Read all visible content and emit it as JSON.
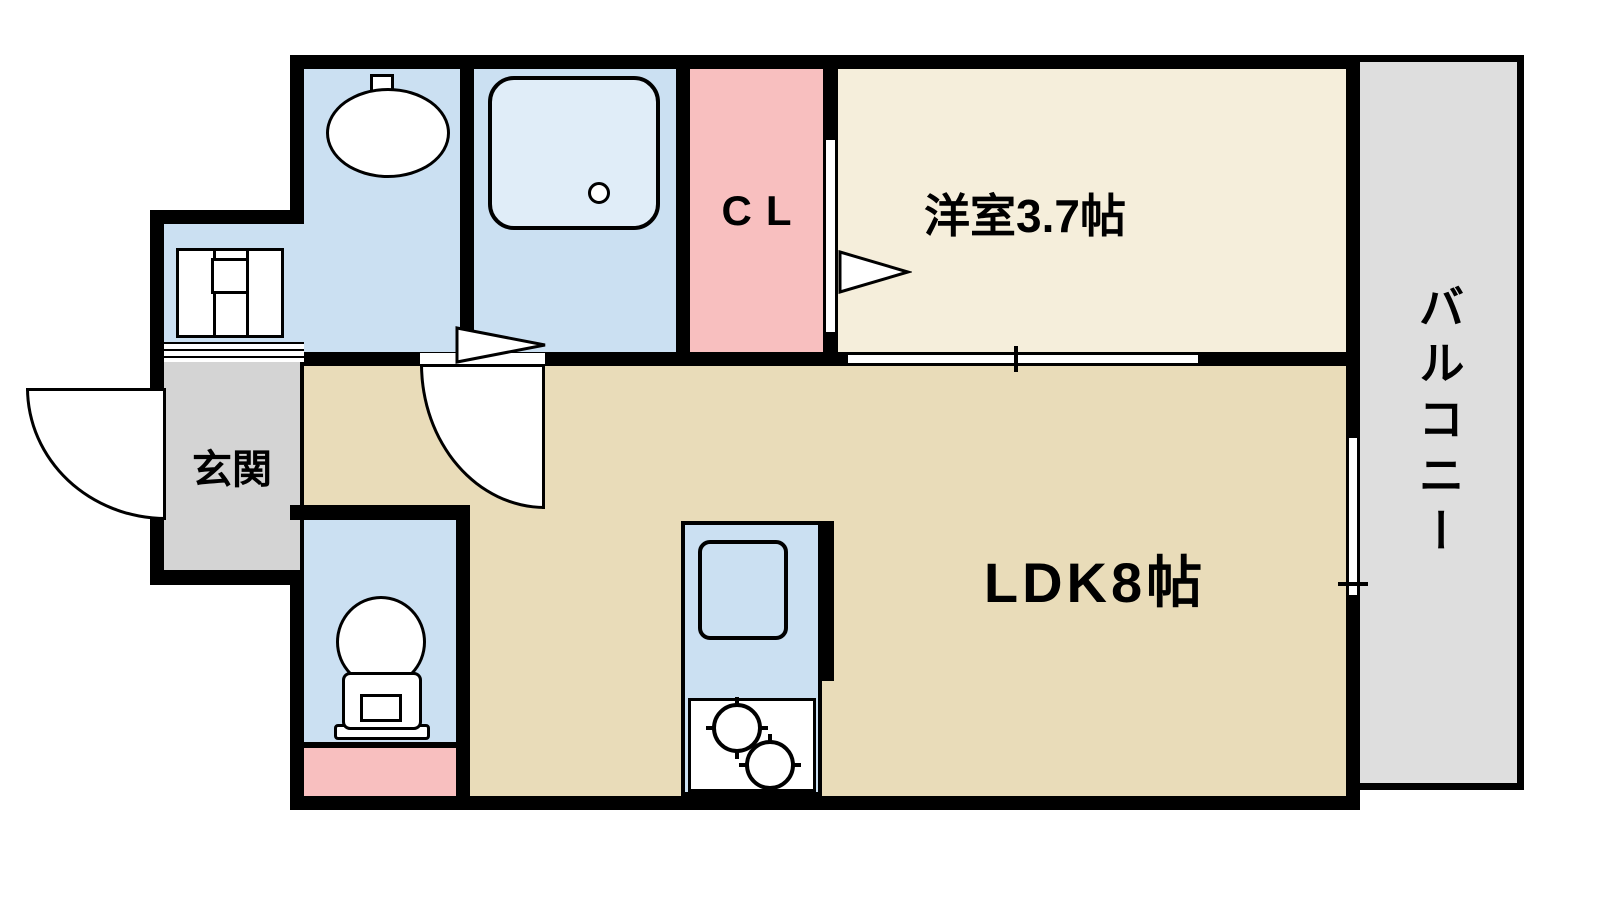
{
  "labels": {
    "western_room": "洋室3.7帖",
    "ldk": "LDK8帖",
    "closet": "CL",
    "entrance": "玄関",
    "balcony": "バルコニー"
  },
  "colors": {
    "wall": "#000000",
    "wet_area_blue": "#cbe0f2",
    "western_room_cream": "#f5eedb",
    "ldk_tan": "#e9dcb9",
    "closet_pink": "#f8bfbf",
    "entrance_gray": "#d4d4d4",
    "balcony_gray": "#dedede"
  },
  "fixtures": [
    "washbasin",
    "washing-machine-pan",
    "bathtub",
    "toilet",
    "kitchen-sink",
    "gas-stove",
    "entrance-door-swing",
    "room-door-swing",
    "folding-door",
    "sliding-door",
    "balcony-window"
  ]
}
